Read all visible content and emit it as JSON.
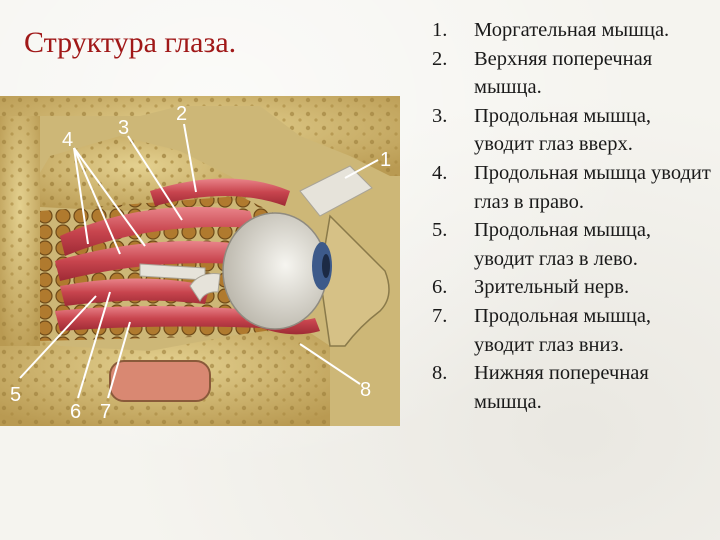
{
  "slide": {
    "title": "Структура глаза."
  },
  "legend": {
    "items": [
      {
        "number": "1.",
        "text": "Моргательная мышца."
      },
      {
        "number": "2.",
        "text": "Верхняя поперечная мышца."
      },
      {
        "number": "3.",
        "text": " Продольная мышца, уводит глаз вверх."
      },
      {
        "number": "4.",
        "text": "Продольная мышца уводит глаз в право."
      },
      {
        "number": "5.",
        "text": "Продольная мышца, уводит глаз в лево."
      },
      {
        "number": "6.",
        "text": "Зрительный нерв."
      },
      {
        "number": "7.",
        "text": "Продольная мышца, уводит глаз вниз."
      },
      {
        "number": "8.",
        "text": "Нижняя поперечная мышца."
      }
    ]
  },
  "diagram": {
    "callouts": [
      "1",
      "2",
      "3",
      "4",
      "5",
      "6",
      "7",
      "8"
    ],
    "colors": {
      "bone": "#d8c27a",
      "bone_dark": "#9c7e3a",
      "muscle": "#c8454e",
      "muscle_light": "#e9848a",
      "tendon": "#e6e3da",
      "fat": "#9a6a28",
      "iris": "#3d5a8a",
      "skin": "#d6c186"
    }
  }
}
